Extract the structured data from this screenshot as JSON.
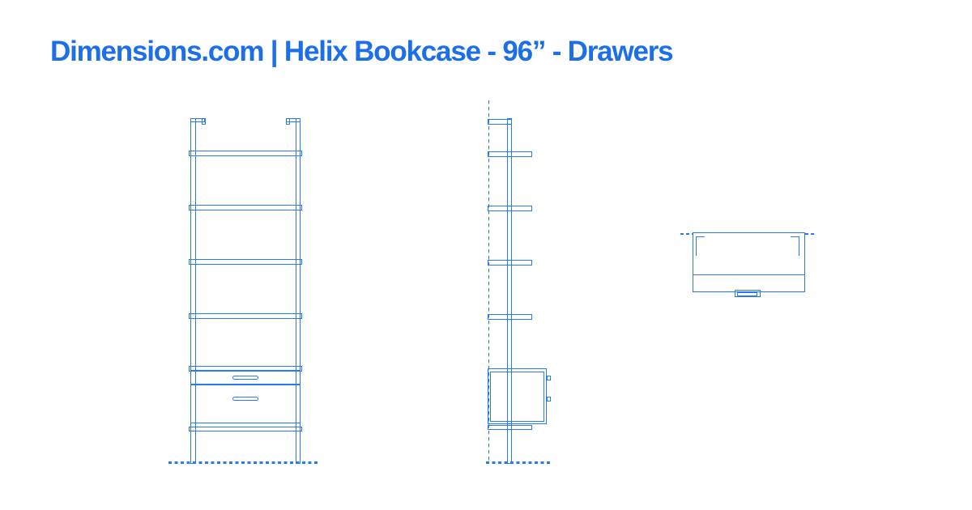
{
  "header": {
    "title": "Dimensions.com | Helix Bookcase - 96” - Drawers"
  },
  "colors": {
    "line": "#2979F2",
    "title_text": "#1D6FE8",
    "background": "#FFFFFF"
  },
  "drawing": {
    "front_view": {
      "shelf_count": 5,
      "drawer_count": 2
    },
    "side_view": {
      "shelf_count": 4,
      "drawer_handle_tabs": 2
    },
    "top_view": {
      "corner_brackets": 2,
      "handle_tabs": 1
    }
  }
}
